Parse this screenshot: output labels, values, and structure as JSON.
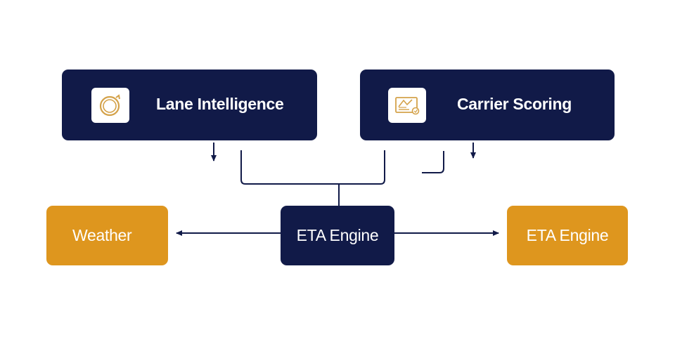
{
  "diagram": {
    "nodes": {
      "lane": {
        "label": "Lane Intelligence",
        "icon": "target-icon",
        "color": "#111a48"
      },
      "carrier": {
        "label": "Carrier Scoring",
        "icon": "scorecard-icon",
        "color": "#111a48"
      },
      "eta_center": {
        "label": "ETA Engine",
        "color": "#111a48"
      },
      "weather": {
        "label": "Weather",
        "color": "#de961e"
      },
      "eta_right": {
        "label": "ETA Engine",
        "color": "#de961e"
      }
    },
    "edges": [
      {
        "from": "eta_center",
        "to": "weather",
        "type": "arrow"
      },
      {
        "from": "eta_center",
        "to": "eta_right",
        "type": "arrow"
      },
      {
        "from": "lane",
        "to": "eta_center",
        "type": "line"
      },
      {
        "from": "carrier",
        "to": "eta_center",
        "type": "line"
      }
    ],
    "colors": {
      "primary": "#111a48",
      "accent": "#de961e",
      "icon_accent": "#d4a24a"
    }
  }
}
